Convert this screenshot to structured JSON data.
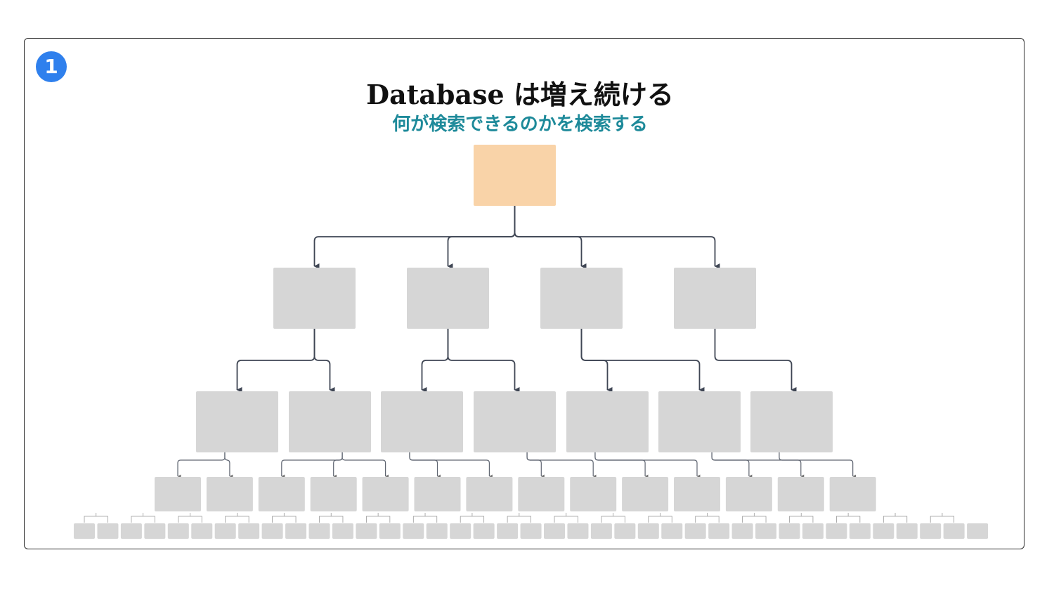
{
  "badge": {
    "label": "1"
  },
  "heading": {
    "title": "Database は増え続ける",
    "subtitle": "何が検索できるのかを検索する"
  },
  "colors": {
    "root": "#f9d3a8",
    "node": "#d6d6d6",
    "connector": "#3f4654",
    "subtitle": "#1e8a9a",
    "badge": "#2f80ed"
  },
  "tree": {
    "level_counts": [
      1,
      4,
      7,
      14,
      39
    ],
    "children_of_level1": [
      2,
      2,
      2,
      1
    ],
    "children_of_level2": [
      2,
      3,
      2,
      2,
      2,
      2,
      1
    ]
  }
}
